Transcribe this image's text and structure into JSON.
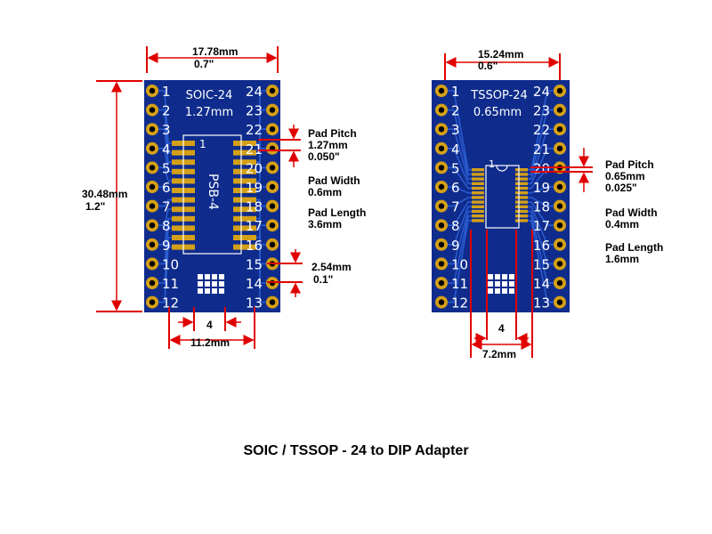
{
  "soic": {
    "width_mm": "17.78mm",
    "width_in": "0.7\"",
    "height_mm": "30.48mm",
    "height_in": "1.2\"",
    "name": "SOIC-24",
    "pitch_label": "1.27mm",
    "part_id": "PSB-4",
    "pin1_marker": "1",
    "left_pins": [
      "1",
      "2",
      "3",
      "4",
      "5",
      "6",
      "7",
      "8",
      "9",
      "10",
      "11",
      "12"
    ],
    "right_pins": [
      "24",
      "23",
      "22",
      "21",
      "20",
      "19",
      "18",
      "17",
      "16",
      "15",
      "14",
      "13"
    ],
    "inner_gap": "4",
    "outer_span": "11.2mm",
    "specs": {
      "pad_pitch_label": "Pad Pitch",
      "pad_pitch_mm": "1.27mm",
      "pad_pitch_in": "0.050\"",
      "pad_width_label": "Pad Width",
      "pad_width": "0.6mm",
      "pad_length_label": "Pad Length",
      "pad_length": "3.6mm",
      "dip_pitch_mm": "2.54mm",
      "dip_pitch_in": "0.1\""
    }
  },
  "tssop": {
    "width_mm": "15.24mm",
    "width_in": "0.6\"",
    "name": "TSSOP-24",
    "pitch_label": "0.65mm",
    "pin1_marker": "1",
    "left_pins": [
      "1",
      "2",
      "3",
      "4",
      "5",
      "6",
      "7",
      "8",
      "9",
      "10",
      "11",
      "12"
    ],
    "right_pins": [
      "24",
      "23",
      "22",
      "21",
      "20",
      "19",
      "18",
      "17",
      "16",
      "15",
      "14",
      "13"
    ],
    "inner_gap": "4",
    "outer_span": "7.2mm",
    "specs": {
      "pad_pitch_label": "Pad Pitch",
      "pad_pitch_mm": "0.65mm",
      "pad_pitch_in": "0.025\"",
      "pad_width_label": "Pad Width",
      "pad_width": "0.4mm",
      "pad_length_label": "Pad Length",
      "pad_length": "1.6mm"
    }
  },
  "caption": "SOIC / TSSOP - 24 to DIP Adapter",
  "colors": {
    "board": "#0f2c8c",
    "trace": "#2a5bd0",
    "pad": "#d4a017",
    "dim": "#e00000",
    "silk": "#ffffff"
  }
}
